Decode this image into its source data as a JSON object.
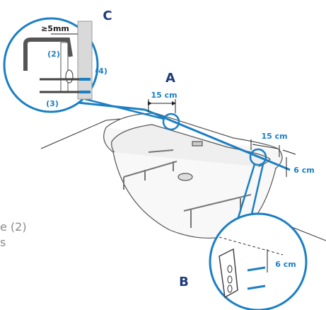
{
  "labels": {
    "a": "A",
    "b": "B",
    "c": "C"
  },
  "dimensions": {
    "a_offset": "15 cm",
    "right_offset": "15 cm",
    "height_right": "6 cm",
    "b_height": "6 cm",
    "c_gap": "≥5mm"
  },
  "callouts": {
    "n2": "(2)",
    "n3": "(3)",
    "n4": "(4)"
  },
  "side_text": {
    "line1": "e (2)",
    "line2": "s"
  },
  "colors": {
    "accent": "#1a7fc4",
    "dark": "#1d3b7a"
  }
}
